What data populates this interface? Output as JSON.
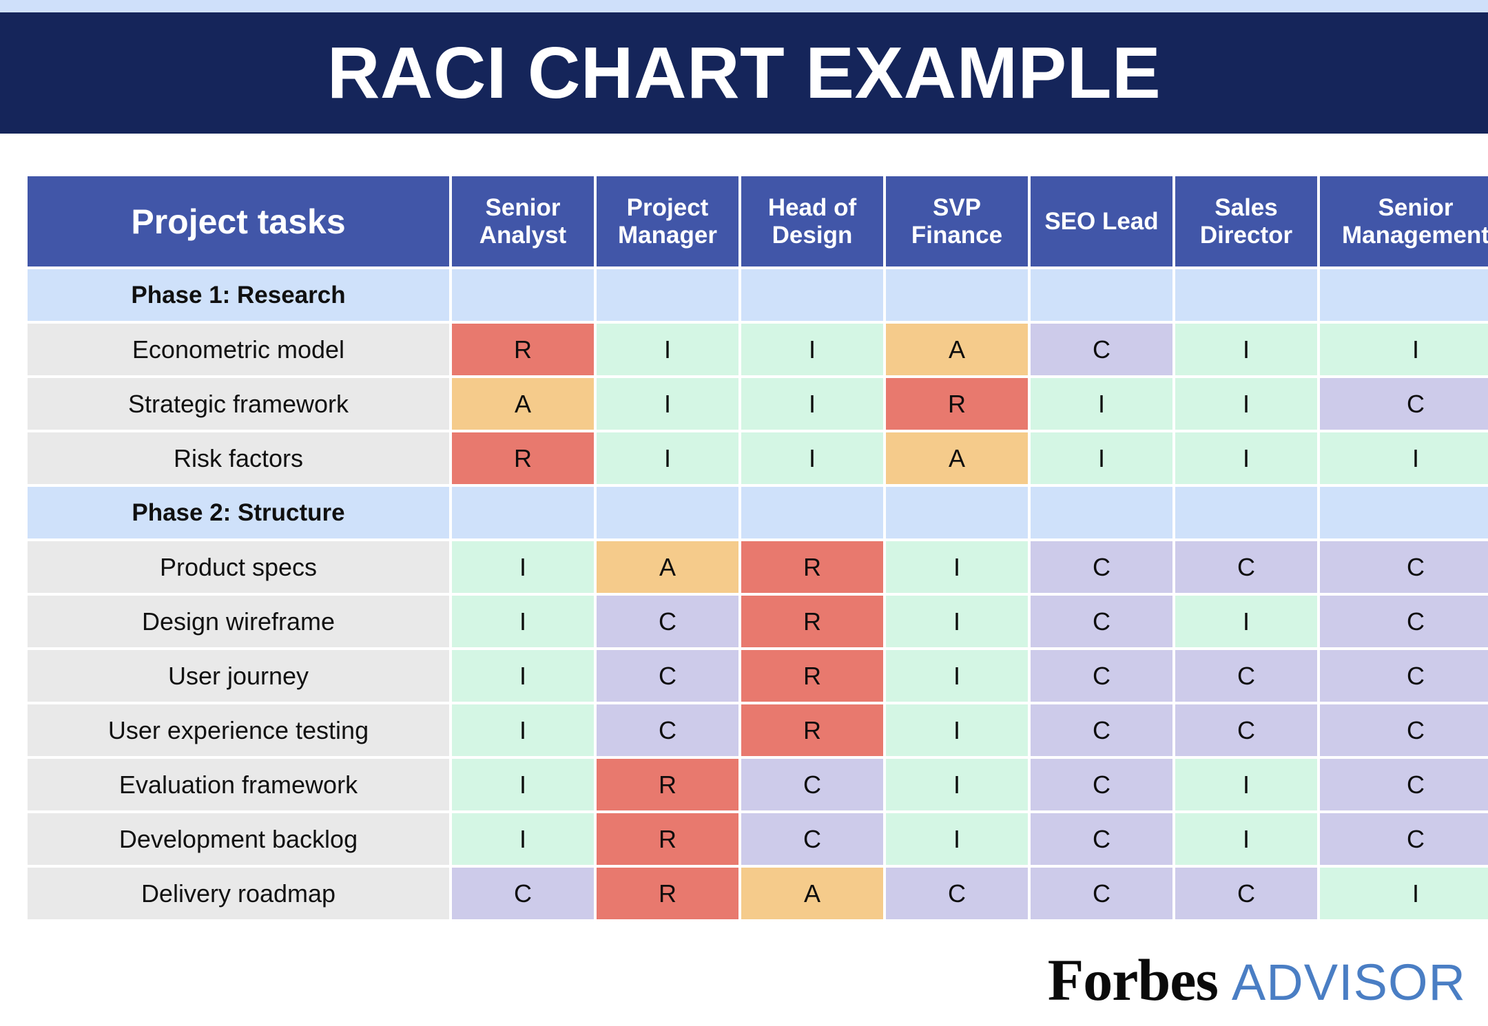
{
  "banner": {
    "title": "RACI CHART EXAMPLE",
    "strip_color": "#cfe0fa",
    "band_color": "#15255a",
    "title_color": "#ffffff"
  },
  "legend_colors": {
    "header_blue": "#4156a8",
    "phase_blue": "#cfe1fa",
    "task_gray": "#e9e9e9",
    "responsible_R": "#e8796e",
    "accountable_A": "#f5cb8b",
    "consulted_C": "#cdcbea",
    "informed_I": "#d4f6e4"
  },
  "chart_data": {
    "type": "table",
    "title": "RACI CHART EXAMPLE",
    "task_column_header": "Project tasks",
    "columns": [
      "Senior Analyst",
      "Project Manager",
      "Head of Design",
      "SVP Finance",
      "SEO Lead",
      "Sales Director",
      "Senior Management"
    ],
    "rows": [
      {
        "type": "phase",
        "label": "Phase 1: Research",
        "values": [
          "",
          "",
          "",
          "",
          "",
          "",
          ""
        ]
      },
      {
        "type": "task",
        "label": "Econometric model",
        "values": [
          "R",
          "I",
          "I",
          "A",
          "C",
          "I",
          "I"
        ]
      },
      {
        "type": "task",
        "label": "Strategic framework",
        "values": [
          "A",
          "I",
          "I",
          "R",
          "I",
          "I",
          "C"
        ]
      },
      {
        "type": "task",
        "label": "Risk factors",
        "values": [
          "R",
          "I",
          "I",
          "A",
          "I",
          "I",
          "I"
        ]
      },
      {
        "type": "phase",
        "label": "Phase 2: Structure",
        "values": [
          "",
          "",
          "",
          "",
          "",
          "",
          ""
        ]
      },
      {
        "type": "task",
        "label": "Product specs",
        "values": [
          "I",
          "A",
          "R",
          "I",
          "C",
          "C",
          "C"
        ]
      },
      {
        "type": "task",
        "label": "Design wireframe",
        "values": [
          "I",
          "C",
          "R",
          "I",
          "C",
          "I",
          "C"
        ]
      },
      {
        "type": "task",
        "label": "User journey",
        "values": [
          "I",
          "C",
          "R",
          "I",
          "C",
          "C",
          "C"
        ]
      },
      {
        "type": "task",
        "label": "User experience testing",
        "values": [
          "I",
          "C",
          "R",
          "I",
          "C",
          "C",
          "C"
        ]
      },
      {
        "type": "task",
        "label": "Evaluation framework",
        "values": [
          "I",
          "R",
          "C",
          "I",
          "C",
          "I",
          "C"
        ]
      },
      {
        "type": "task",
        "label": "Development backlog",
        "values": [
          "I",
          "R",
          "C",
          "I",
          "C",
          "I",
          "C"
        ]
      },
      {
        "type": "task",
        "label": "Delivery roadmap",
        "values": [
          "C",
          "R",
          "A",
          "C",
          "C",
          "C",
          "I"
        ]
      }
    ]
  },
  "footer": {
    "logo_primary": "Forbes",
    "logo_secondary": "ADVISOR",
    "logo_secondary_color": "#4a7ec4"
  }
}
